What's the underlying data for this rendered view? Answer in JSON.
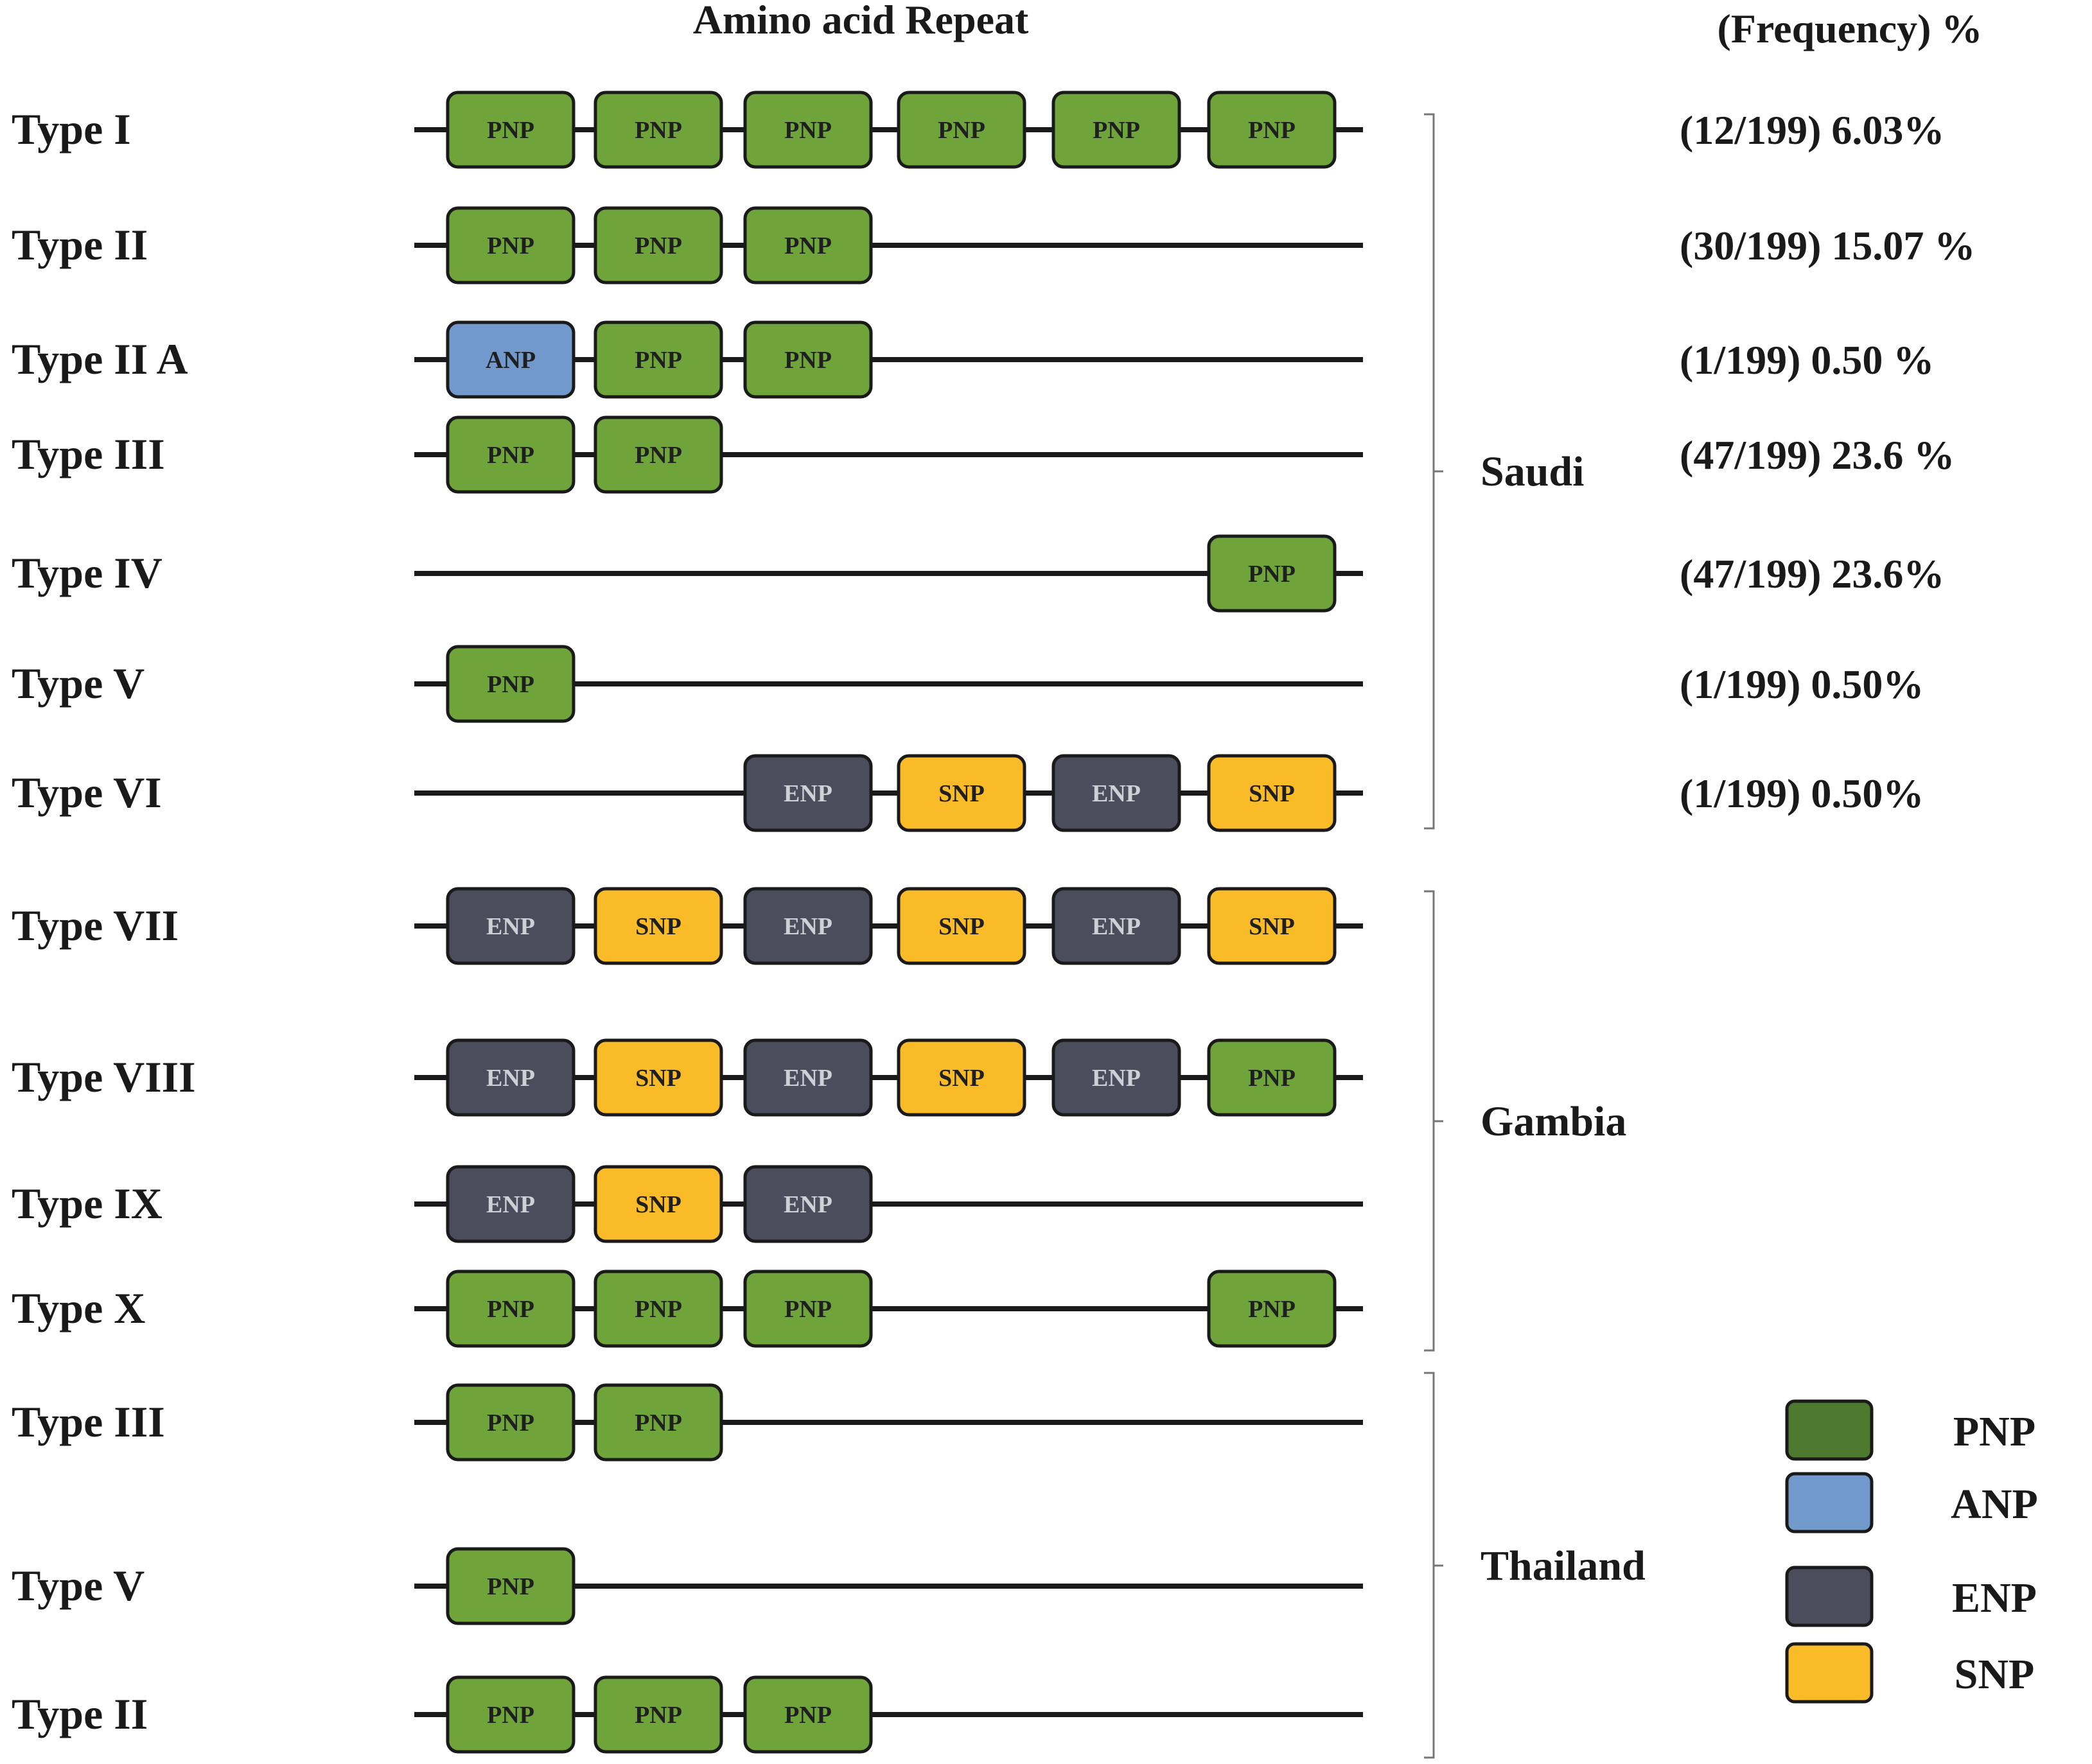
{
  "header": {
    "title": "Amino acid Repeat",
    "frequency_header": "(Frequency) %"
  },
  "colors": {
    "PNP": "#6ea43a",
    "ANP": "#7299cb",
    "ENP": "#4b4d5c",
    "SNP": "#f9bb27",
    "legend_PNP": "#4e7a30"
  },
  "rows": [
    {
      "label": "Type I",
      "frequency": "(12/199) 6.03%",
      "boxes": [
        {
          "slot": 0,
          "type": "PNP"
        },
        {
          "slot": 1,
          "type": "PNP"
        },
        {
          "slot": 2,
          "type": "PNP"
        },
        {
          "slot": 3,
          "type": "PNP"
        },
        {
          "slot": 4,
          "type": "PNP"
        },
        {
          "slot": 5,
          "type": "PNP"
        }
      ]
    },
    {
      "label": "Type II",
      "frequency": "(30/199) 15.07 %",
      "boxes": [
        {
          "slot": 0,
          "type": "PNP"
        },
        {
          "slot": 1,
          "type": "PNP"
        },
        {
          "slot": 2,
          "type": "PNP"
        }
      ]
    },
    {
      "label": "Type II A",
      "frequency": "(1/199) 0.50 %",
      "boxes": [
        {
          "slot": 0,
          "type": "ANP"
        },
        {
          "slot": 1,
          "type": "PNP"
        },
        {
          "slot": 2,
          "type": "PNP"
        }
      ]
    },
    {
      "label": "Type III",
      "frequency": "(47/199) 23.6 %",
      "boxes": [
        {
          "slot": 0,
          "type": "PNP"
        },
        {
          "slot": 1,
          "type": "PNP"
        }
      ]
    },
    {
      "label": "Type IV",
      "frequency": "(47/199) 23.6%",
      "boxes": [
        {
          "slot": 5,
          "type": "PNP"
        }
      ]
    },
    {
      "label": "Type V",
      "frequency": "(1/199) 0.50%",
      "boxes": [
        {
          "slot": 0,
          "type": "PNP"
        }
      ]
    },
    {
      "label": "Type VI",
      "frequency": "(1/199) 0.50%",
      "boxes": [
        {
          "slot": 2,
          "type": "ENP"
        },
        {
          "slot": 3,
          "type": "SNP"
        },
        {
          "slot": 4,
          "type": "ENP"
        },
        {
          "slot": 5,
          "type": "SNP"
        }
      ]
    },
    {
      "label": "Type  VII",
      "frequency": "",
      "boxes": [
        {
          "slot": 0,
          "type": "ENP"
        },
        {
          "slot": 1,
          "type": "SNP"
        },
        {
          "slot": 2,
          "type": "ENP"
        },
        {
          "slot": 3,
          "type": "SNP"
        },
        {
          "slot": 4,
          "type": "ENP"
        },
        {
          "slot": 5,
          "type": "SNP"
        }
      ]
    },
    {
      "label": "Type VIII",
      "frequency": "",
      "boxes": [
        {
          "slot": 0,
          "type": "ENP"
        },
        {
          "slot": 1,
          "type": "SNP"
        },
        {
          "slot": 2,
          "type": "ENP"
        },
        {
          "slot": 3,
          "type": "SNP"
        },
        {
          "slot": 4,
          "type": "ENP"
        },
        {
          "slot": 5,
          "type": "PNP"
        }
      ]
    },
    {
      "label": "Type IX",
      "frequency": "",
      "boxes": [
        {
          "slot": 0,
          "type": "ENP"
        },
        {
          "slot": 1,
          "type": "SNP"
        },
        {
          "slot": 2,
          "type": "ENP"
        }
      ]
    },
    {
      "label": "Type X",
      "frequency": "",
      "boxes": [
        {
          "slot": 0,
          "type": "PNP"
        },
        {
          "slot": 1,
          "type": "PNP"
        },
        {
          "slot": 2,
          "type": "PNP"
        },
        {
          "slot": 5,
          "type": "PNP"
        }
      ]
    },
    {
      "label": "Type III",
      "frequency": "",
      "boxes": [
        {
          "slot": 0,
          "type": "PNP"
        },
        {
          "slot": 1,
          "type": "PNP"
        }
      ]
    },
    {
      "label": "Type V",
      "frequency": "",
      "boxes": [
        {
          "slot": 0,
          "type": "PNP"
        }
      ]
    },
    {
      "label": "Type II",
      "frequency": "",
      "boxes": [
        {
          "slot": 0,
          "type": "PNP"
        },
        {
          "slot": 1,
          "type": "PNP"
        },
        {
          "slot": 2,
          "type": "PNP"
        }
      ]
    }
  ],
  "regions": [
    {
      "name": "Saudi",
      "first_row": 0,
      "last_row": 6
    },
    {
      "name": "Gambia",
      "first_row": 7,
      "last_row": 10
    },
    {
      "name": "Thailand",
      "first_row": 11,
      "last_row": 13
    }
  ],
  "legend": [
    {
      "label": "PNP",
      "color": "legend_PNP"
    },
    {
      "label": "ANP",
      "color": "ANP"
    },
    {
      "label": "ENP",
      "color": "ENP"
    },
    {
      "label": "SNP",
      "color": "SNP"
    }
  ]
}
